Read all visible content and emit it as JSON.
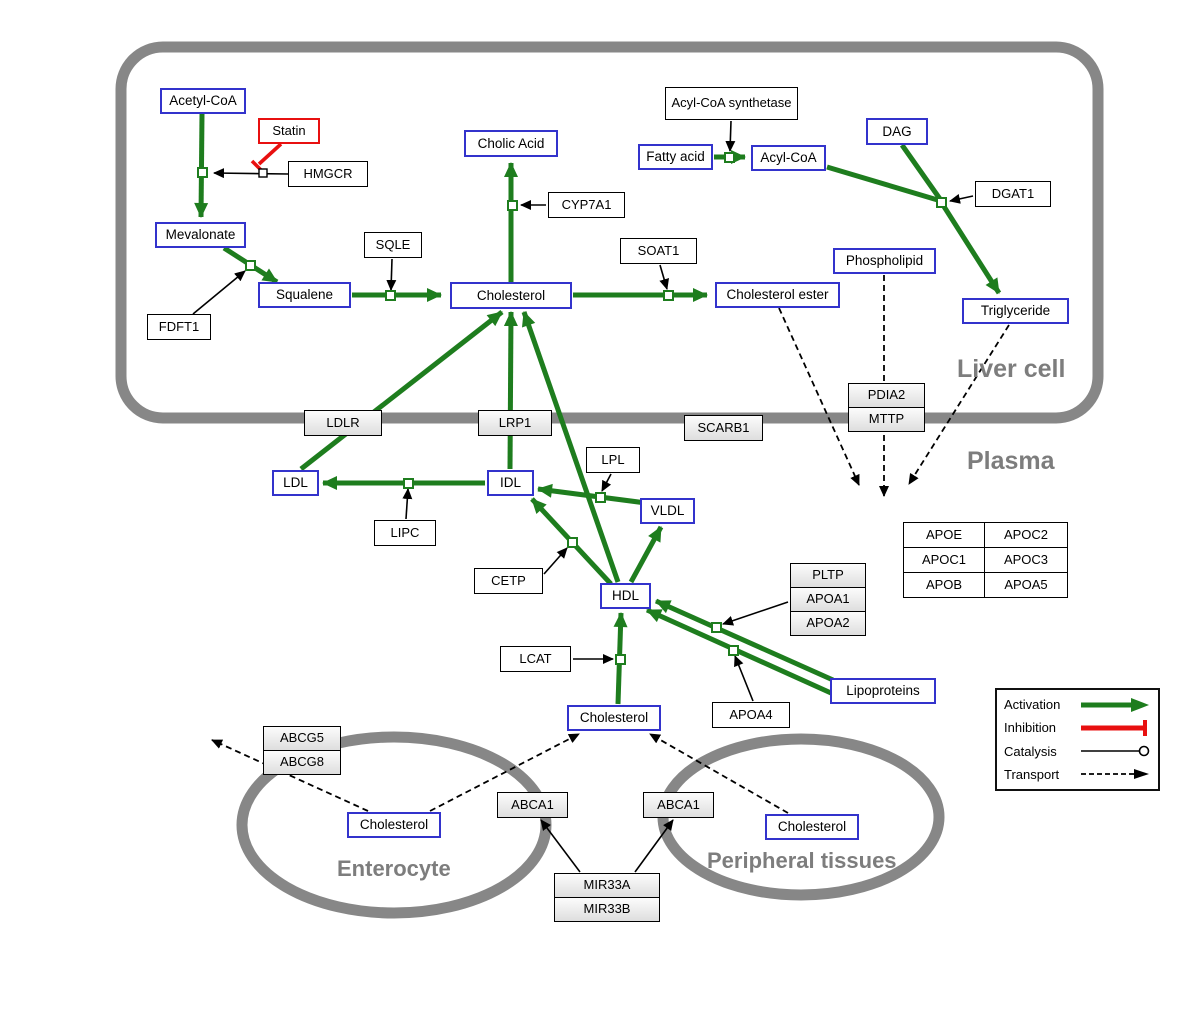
{
  "compartments": {
    "liver_cell": "Liver cell",
    "plasma": "Plasma",
    "enterocyte": "Enterocyte",
    "peripheral_tissues": "Peripheral tissues"
  },
  "nodes": {
    "acetyl_coa": "Acetyl-CoA",
    "statin": "Statin",
    "hmgcr": "HMGCR",
    "mevalonate": "Mevalonate",
    "fdft1": "FDFT1",
    "squalene": "Squalene",
    "sqle": "SQLE",
    "cholic_acid": "Cholic Acid",
    "cyp7a1": "CYP7A1",
    "cholesterol_liver": "Cholesterol",
    "soat1": "SOAT1",
    "cholesterol_ester": "Cholesterol ester",
    "acyl_coa_synthetase": "Acyl-CoA synthetase",
    "fatty_acid": "Fatty acid",
    "acyl_coa": "Acyl-CoA",
    "dag": "DAG",
    "dgat1": "DGAT1",
    "phospholipid": "Phospholipid",
    "triglyceride": "Triglyceride",
    "ldlr": "LDLR",
    "lrp1": "LRP1",
    "scarb1": "SCARB1",
    "pdia2": "PDIA2",
    "mttp": "MTTP",
    "ldl": "LDL",
    "idl": "IDL",
    "lipc": "LIPC",
    "lpl": "LPL",
    "vldl": "VLDL",
    "cetp": "CETP",
    "hdl": "HDL",
    "lcat": "LCAT",
    "pltp": "PLTP",
    "apoa1": "APOA1",
    "apoa2": "APOA2",
    "apoa4": "APOA4",
    "lipoproteins": "Lipoproteins",
    "apoe": "APOE",
    "apoc1": "APOC1",
    "apob": "APOB",
    "apoc2": "APOC2",
    "apoc3": "APOC3",
    "apoa5": "APOA5",
    "cholesterol_plasma": "Cholesterol",
    "abcg5": "ABCG5",
    "abcg8": "ABCG8",
    "cholesterol_enterocyte": "Cholesterol",
    "abca1_enterocyte": "ABCA1",
    "abca1_peripheral": "ABCA1",
    "cholesterol_peripheral": "Cholesterol",
    "mir33a": "MIR33A",
    "mir33b": "MIR33B"
  },
  "legend": {
    "activation": "Activation",
    "inhibition": "Inhibition",
    "catalysis": "Catalysis",
    "transport": "Transport"
  },
  "colors": {
    "activation_green": "#1e7d1e",
    "inhibition_red": "#e81010",
    "metabolite_border_blue": "#3333cc",
    "membrane_gray": "#878787",
    "label_gray": "#7d7d7d"
  }
}
